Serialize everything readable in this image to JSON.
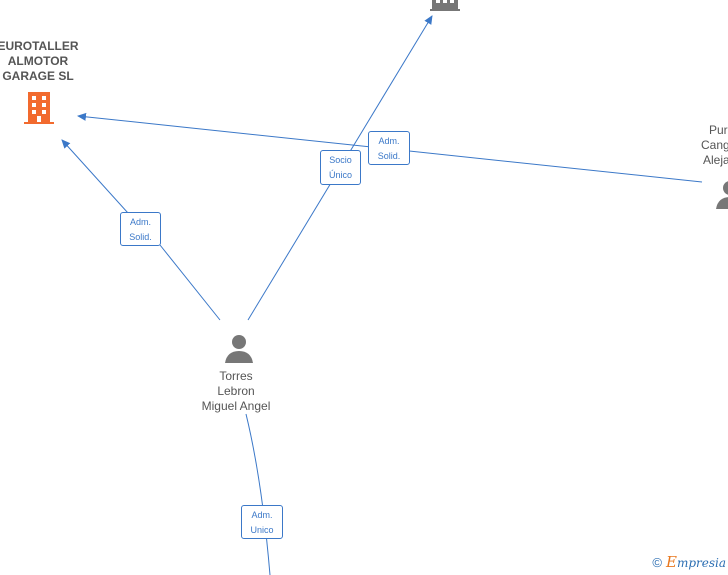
{
  "nodes": {
    "company_main": {
      "lines": [
        "EUROTALLER",
        "ALMOTOR",
        "GARAGE  SL"
      ],
      "icon": "building-icon",
      "color": "#f26a2e"
    },
    "person_center": {
      "lines": [
        "Torres",
        "Lebron",
        "Miguel Angel"
      ],
      "icon": "person-icon",
      "color": "#777777"
    },
    "person_right": {
      "lines": [
        "Pur",
        "Cang",
        "Aleja"
      ],
      "icon": "person-icon",
      "color": "#777777"
    },
    "company_top": {
      "icon": "building-icon",
      "color": "#777777"
    }
  },
  "edges": [
    {
      "id": "adm-solid-left",
      "lines": [
        "Adm.",
        "Solid."
      ]
    },
    {
      "id": "socio-unico",
      "lines": [
        "Socio",
        "Único"
      ]
    },
    {
      "id": "adm-solid-right",
      "lines": [
        "Adm.",
        "Solid."
      ]
    },
    {
      "id": "adm-unico",
      "lines": [
        "Adm.",
        "Unico"
      ]
    }
  ],
  "footer": {
    "copyright": "©",
    "brand_initial": "E",
    "brand_rest": "mpresia"
  },
  "colors": {
    "edge": "#3b78c8",
    "text": "#555555"
  }
}
